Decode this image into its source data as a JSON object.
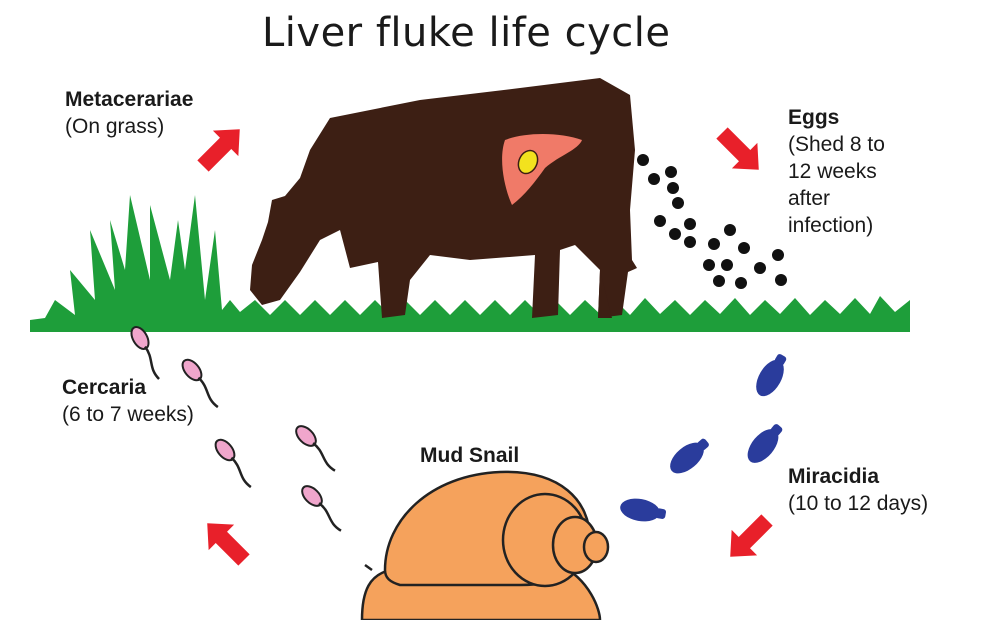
{
  "title": "Liver fluke life cycle",
  "stages": {
    "metacerariae": {
      "name": "Metacerariae",
      "detail": "(On grass)"
    },
    "eggs": {
      "name": "Eggs",
      "detail_lines": [
        "(Shed 8 to",
        "12 weeks",
        "after",
        "infection)"
      ]
    },
    "miracidia": {
      "name": "Miracidia",
      "detail": "(10 to 12 days)"
    },
    "snail": {
      "name": "Mud Snail"
    },
    "cercaria": {
      "name": "Cercaria",
      "detail": "(6 to 7 weeks)"
    }
  },
  "colors": {
    "grass": "#1e9e3a",
    "cow": "#3d1f14",
    "liver": "#f07a68",
    "gallbladder": "#f2e21e",
    "arrow": "#e8202a",
    "egg": "#111111",
    "miracidia": "#2a3c9c",
    "cercaria": "#f0a6cc",
    "snail": "#f5a25c"
  }
}
